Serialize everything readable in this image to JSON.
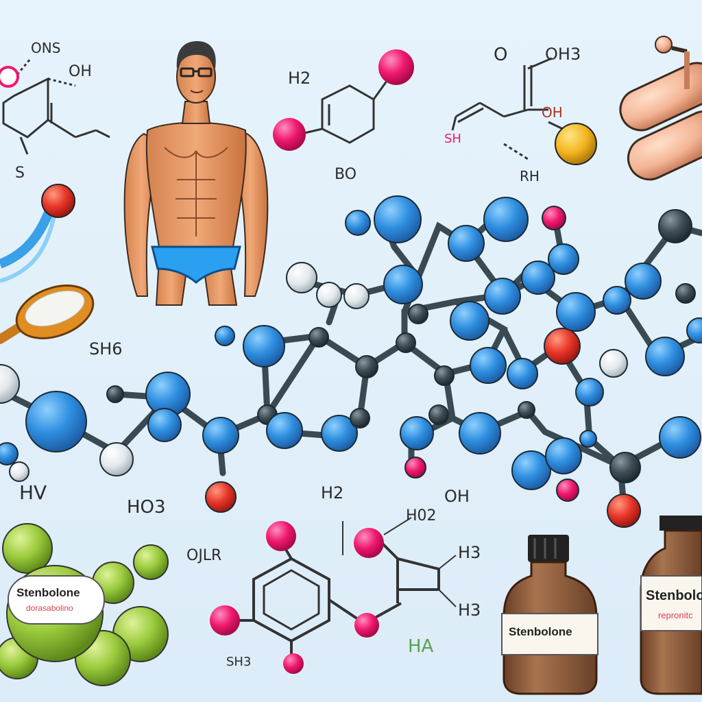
{
  "formula_labels": {
    "ons": "ONS",
    "oh_top_left": "OH",
    "s_left": "S",
    "h2_top": "H2",
    "bo": "BO",
    "o_top": "O",
    "oh3_top": "OH3",
    "sh_pink": "SH",
    "oh_red": "OH",
    "rh": "RH",
    "sh_mid": "SH6",
    "hv": "HV",
    "ho3": "HO3",
    "ojlr": "OJLR",
    "h2_bottom": "H2",
    "oh_bottom": "OH",
    "h02": "H02",
    "h3_a": "H3",
    "h3_b": "H3",
    "ha_green": "HA",
    "sh3_bottom": "SH3"
  },
  "product_labels": {
    "green_bundle_title": "Stenbolone",
    "green_bundle_sub": "dorasabolino",
    "bottle_front_title": "Stenbolone",
    "bottle_back_title": "Stenbolone",
    "bottle_back_sub": "repronitc"
  },
  "colors": {
    "background": "#e3f1fb",
    "atom_blue": "#2f8fe0",
    "atom_red": "#e8362a",
    "atom_pink": "#f0186e",
    "atom_dark": "#3e4d55",
    "atom_white": "#e8eef2",
    "bond": "#3a4a52",
    "bottle_brown": "#8a5a3c",
    "green_sphere": "#9acb3c"
  }
}
